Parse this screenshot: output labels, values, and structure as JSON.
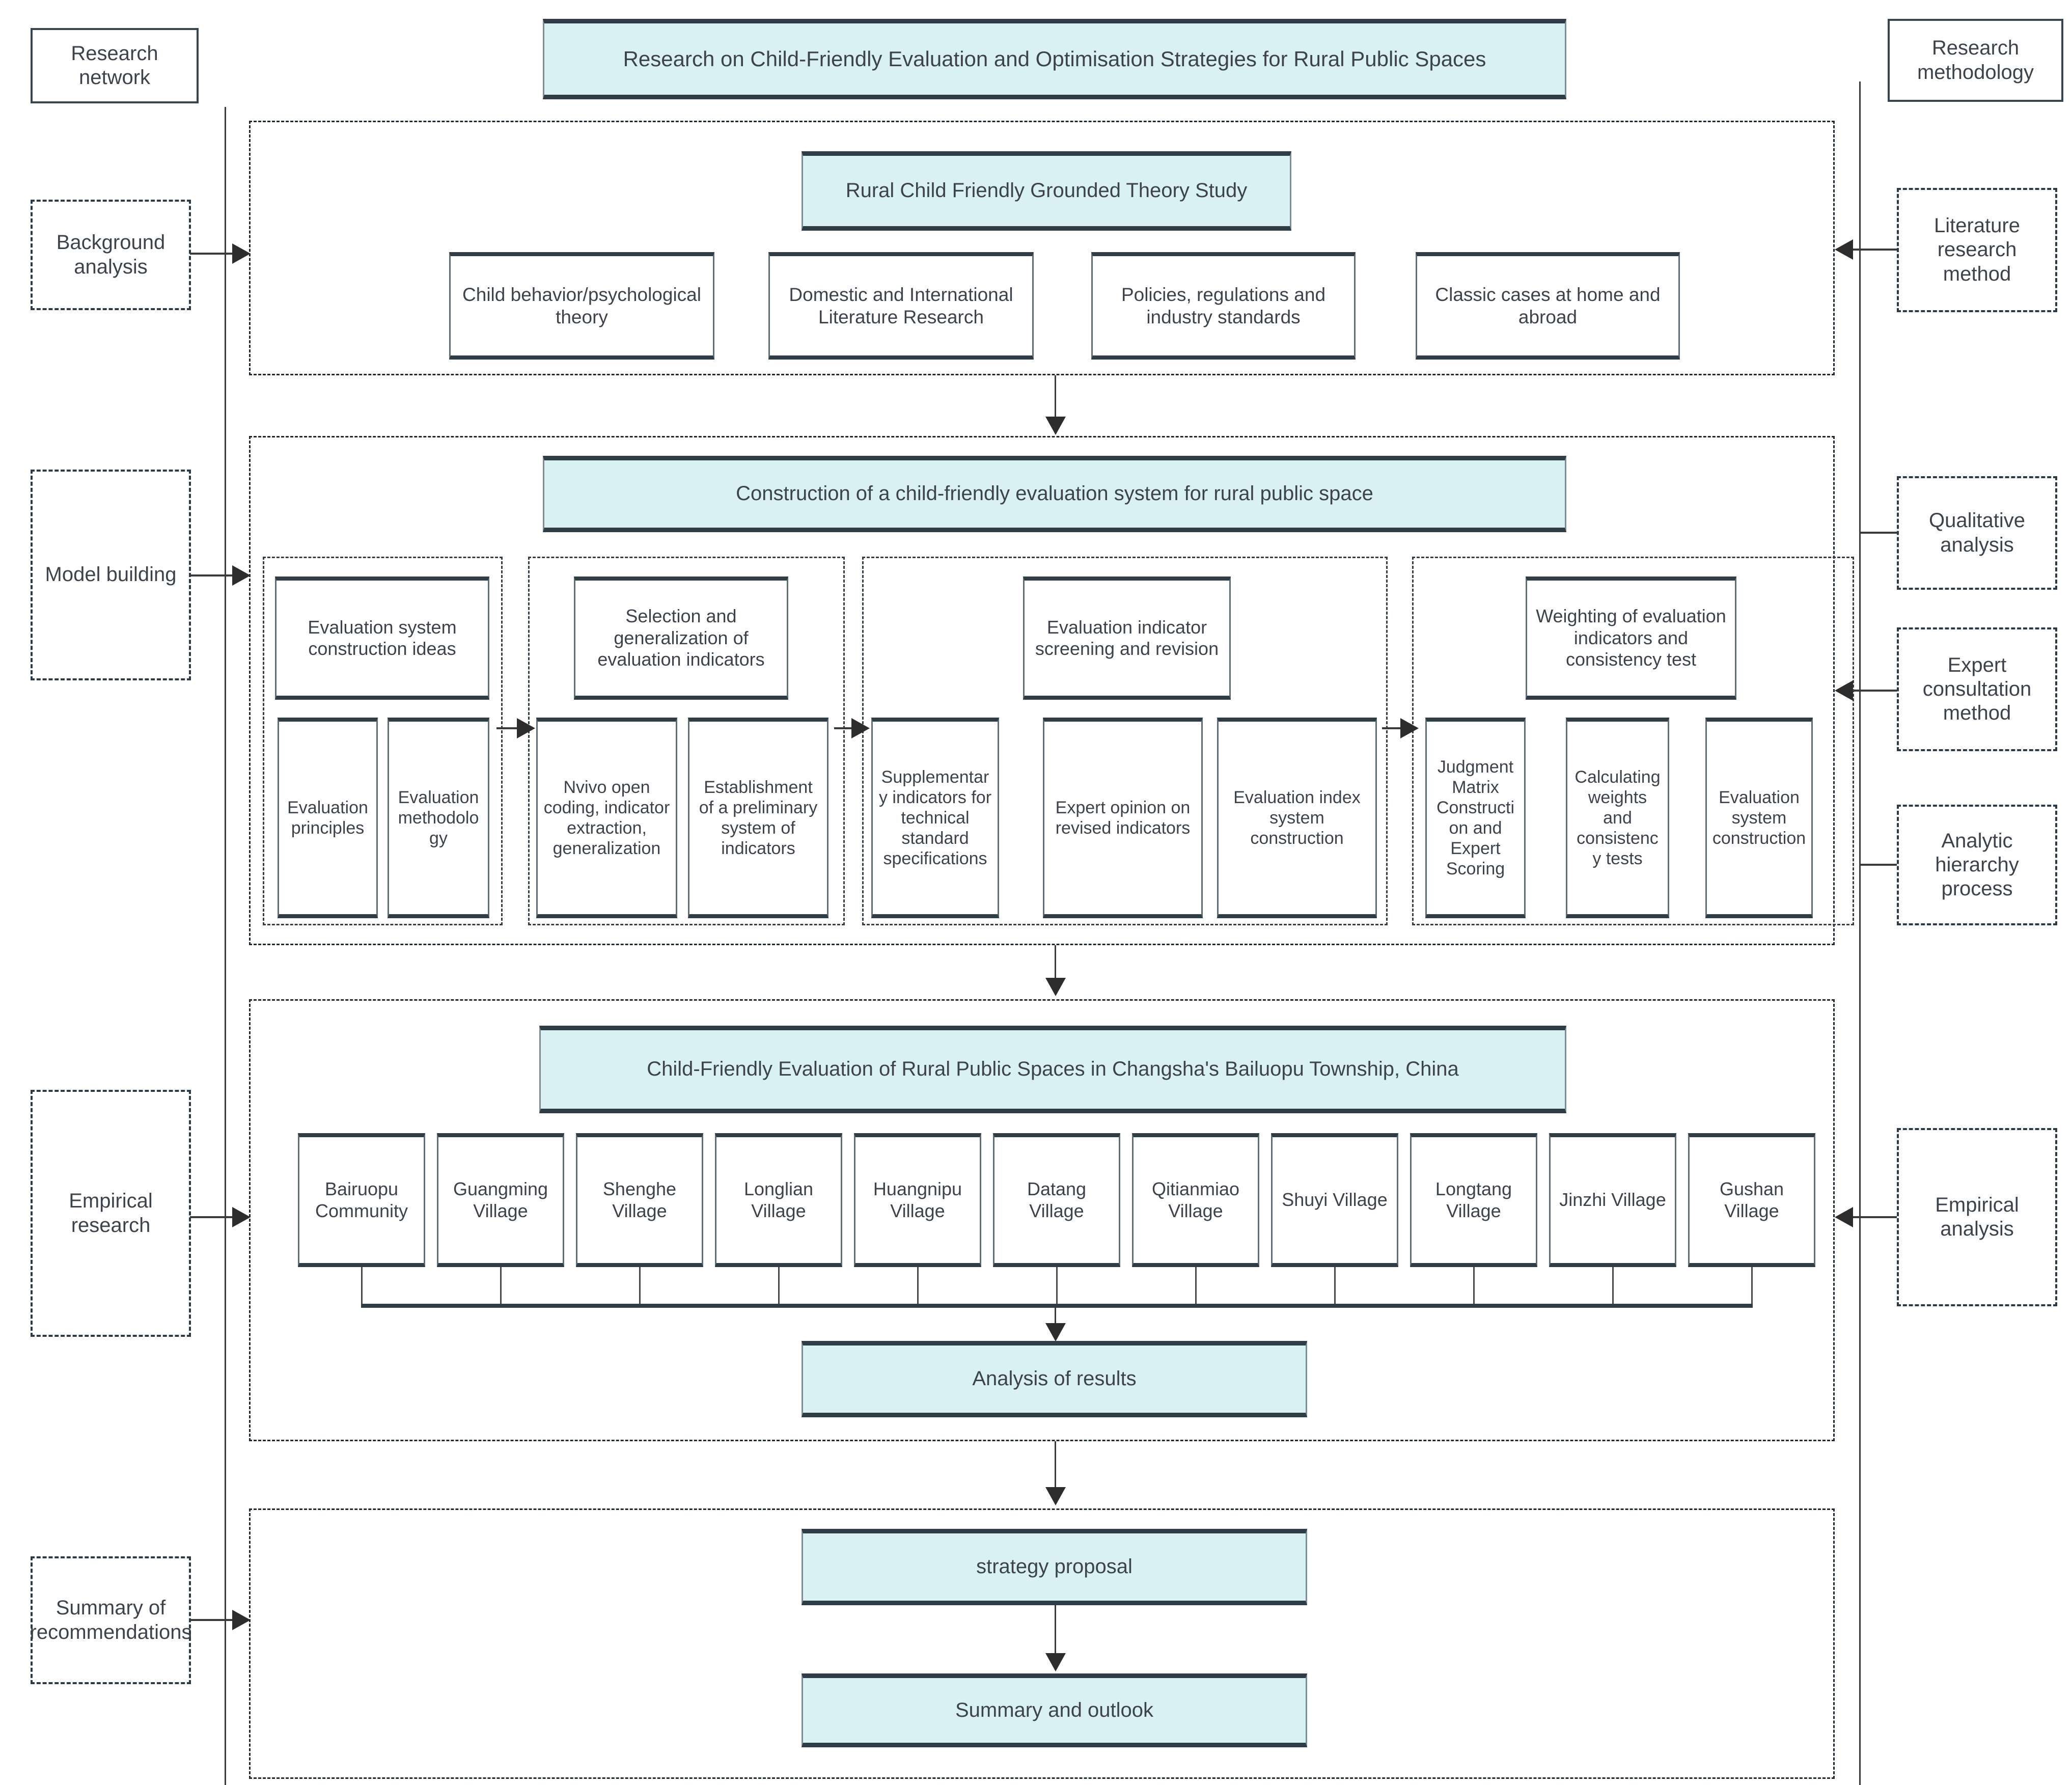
{
  "title": "Research on Child-Friendly Evaluation and Optimisation Strategies for Rural Public Spaces",
  "corner_labels": {
    "top_left": "Research network",
    "top_right": "Research methodology"
  },
  "left_column": [
    "Background analysis",
    "Model building",
    "Empirical research",
    "Summary of recommendations"
  ],
  "right_column": [
    "Literature research method",
    "Qualitative analysis",
    "Expert consultation method",
    "Analytic hierarchy process",
    "Empirical analysis"
  ],
  "sections": [
    {
      "header": "Rural Child Friendly Grounded Theory Study",
      "boxes": [
        "Child behavior/psychological theory",
        "Domestic and International Literature Research",
        "Policies, regulations and industry standards",
        "Classic cases at home and abroad"
      ]
    },
    {
      "header": "Construction of a child-friendly evaluation system for rural public space",
      "groups": [
        {
          "header": "Evaluation system construction ideas",
          "boxes": [
            "Evaluation principles",
            "Evaluation methodology"
          ]
        },
        {
          "header": "Selection and generalization of evaluation indicators",
          "boxes": [
            "Nvivo open coding, indicator extraction, generalization",
            "Establishment of a preliminary system of indicators"
          ]
        },
        {
          "header": "Evaluation indicator screening and revision",
          "boxes": [
            "Supplementary indicators for technical standard specifications",
            "Expert opinion on revised indicators",
            "Evaluation index system construction"
          ]
        },
        {
          "header": "Weighting of evaluation indicators and consistency test",
          "boxes": [
            "Judgment Matrix Construction and Expert Scoring",
            "Calculating weights and consistency tests",
            "Evaluation system construction"
          ]
        }
      ]
    },
    {
      "header": "Child-Friendly Evaluation of Rural Public Spaces in Changsha's Bailuopu Township, China",
      "villages": [
        "Bairuopu Community",
        "Guangming Village",
        "Shenghe Village",
        "Longlian Village",
        "Huangnipu Village",
        "Datang Village",
        "Qitianmiao Village",
        "Shuyi Village",
        "Longtang Village",
        "Jinzhi Village",
        "Gushan Village"
      ],
      "result_box": "Analysis of results"
    },
    {
      "boxes": [
        "strategy proposal",
        "Summary and outlook"
      ]
    }
  ],
  "colors": {
    "teal_fill": "#daf1f3",
    "box_border": "#36454f",
    "dash_border": "#2b3a44",
    "text_color": "#3d434a"
  }
}
